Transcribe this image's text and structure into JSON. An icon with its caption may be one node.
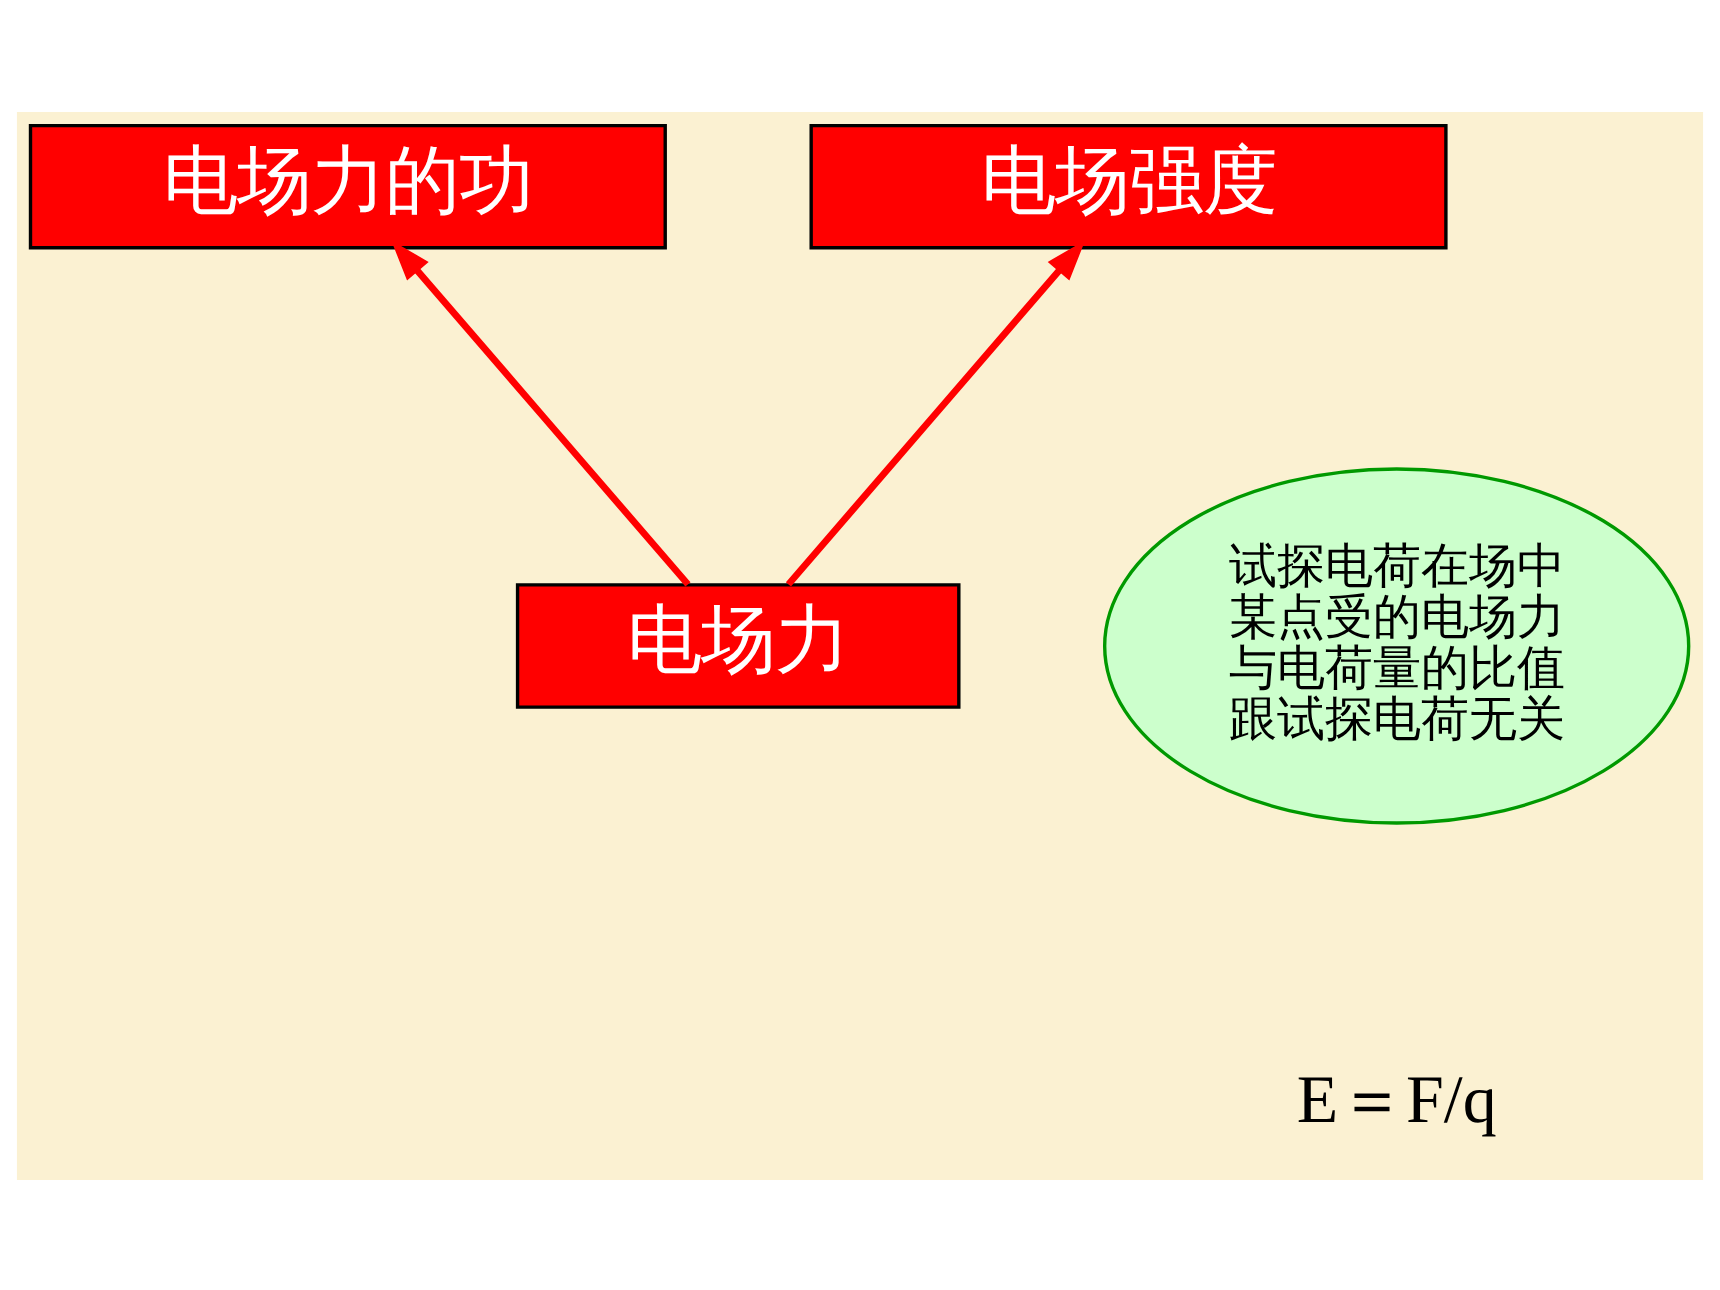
{
  "diagram": {
    "nodes": [
      {
        "text": [
          "电场力的功"
        ]
      },
      {
        "text": [
          "电场强度"
        ]
      },
      {
        "text": [
          "电场力"
        ]
      },
      {
        "text": [
          "试探电荷在场中某点受的电场力与电荷量的比值跟试探电荷无关"
        ]
      }
    ],
    "edges": [
      {
        "from": 2,
        "to": 0,
        "arrow": "to"
      },
      {
        "from": 2,
        "to": 1,
        "arrow": "to"
      }
    ],
    "labels": [
      "E＝F/q"
    ]
  }
}
